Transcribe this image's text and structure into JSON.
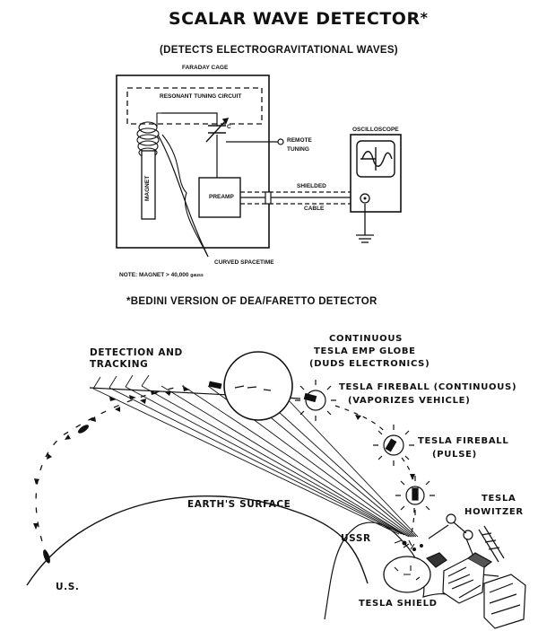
{
  "detector": {
    "title": "SCALAR WAVE DETECTOR",
    "title_mark": "*",
    "subtitle": "(DETECTS ELECTROGRAVITATIONAL WAVES)",
    "labels": {
      "faraday_cage": "FARADAY CAGE",
      "resonant_circuit": "RESONANT TUNING CIRCUIT",
      "capacitor": "C",
      "remote_tuning_1": "REMOTE",
      "remote_tuning_2": "TUNING",
      "oscilloscope": "OSCILLOSCOPE",
      "magnet": "MAGNET",
      "preamp": "PREAMP",
      "shielded": "SHIELDED",
      "cable": "CABLE",
      "curved_spacetime": "CURVED SPACETIME",
      "note": "NOTE:  MAGNET > 40,000",
      "note_unit": "gauss"
    },
    "footnote": "*BEDINI VERSION OF DEA/FARETTO DETECTOR"
  },
  "battle": {
    "labels": {
      "detection_1": "DETECTION AND",
      "detection_2": "TRACKING",
      "emp_1": "CONTINUOUS",
      "emp_2": "TESLA EMP GLOBE",
      "emp_3": "(DUDS ELECTRONICS)",
      "fireball_c1": "TESLA FIREBALL (CONTINUOUS)",
      "fireball_c2": "(VAPORIZES VEHICLE)",
      "fireball_p1": "TESLA FIREBALL",
      "fireball_p2": "(PULSE)",
      "howitzer_1": "TESLA",
      "howitzer_2": "HOWITZER",
      "earth": "EARTH'S SURFACE",
      "ussr": "USSR",
      "us": "U.S.",
      "shield": "TESLA SHIELD"
    }
  }
}
